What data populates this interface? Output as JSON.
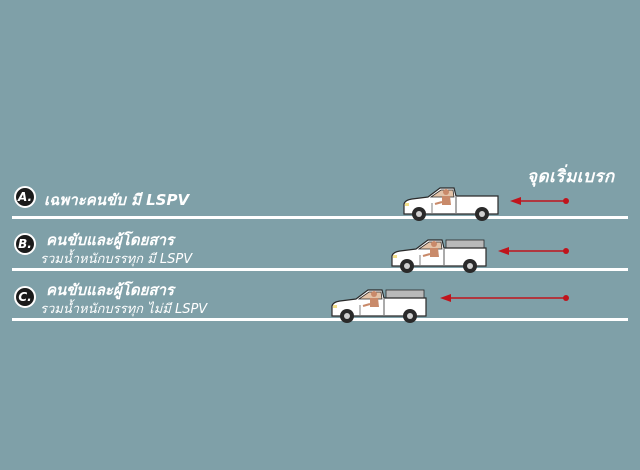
{
  "diagram": {
    "start_label": "จุดเริ่มเบรก",
    "rows": [
      {
        "badge": "A.",
        "title": "เฉพาะคนขับ มี LSPV",
        "subtitle": ""
      },
      {
        "badge": "B.",
        "title": "คนขับและผู้โดยสาร",
        "subtitle": "รวมน้ำหนักบรรทุก มี LSPV"
      },
      {
        "badge": "C.",
        "title": "คนขับและผู้โดยสาร",
        "subtitle": "รวมน้ำหนักบรรทุก ไม่มี LSPV"
      }
    ],
    "colors": {
      "background": "#7fa0a8",
      "lane_line": "#ffffff",
      "arrow": "#c0141c",
      "truck_body": "#ffffff",
      "cargo": "#b9b9b9"
    },
    "icons": [
      "pickup-truck-icon",
      "driver-figure-icon",
      "brake-arrow-icon"
    ]
  }
}
